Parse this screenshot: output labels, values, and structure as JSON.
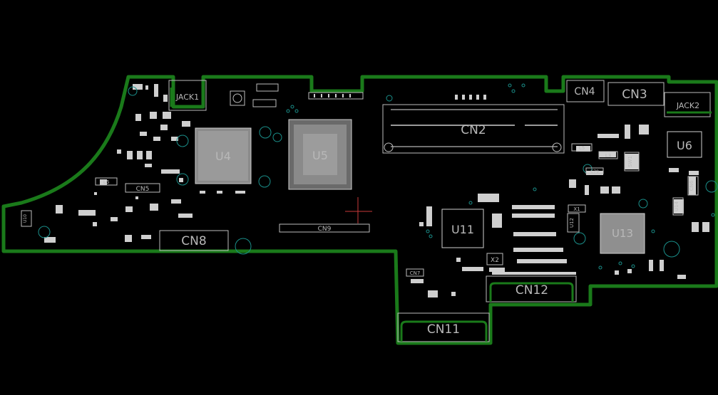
{
  "colors": {
    "background": "#000000",
    "outline": "#1a7a1a",
    "silkscreen": "#bdbdbd",
    "pad": "#cfcfcf",
    "via": "#1a8f8a",
    "cursor": "#c83a3a"
  },
  "big_labels": {
    "u4": "U4",
    "u5": "U5",
    "u6": "U6",
    "u11": "U11",
    "u13": "U13",
    "cn2": "CN2",
    "cn3": "CN3",
    "cn4": "CN4",
    "cn8": "CN8",
    "cn11": "CN11",
    "cn12": "CN12"
  },
  "small_labels": {
    "jack1": "JACK1",
    "jack2": "JACK2",
    "cn5": "CN5",
    "cn7": "CN7",
    "cn9": "CN9",
    "cn6": "CN6",
    "u12": "U12",
    "u14": "U14",
    "sw1": "SW1",
    "x2": "X2",
    "u10": "U10",
    "l6": "L6",
    "l3": "L3",
    "l5": "L5",
    "c79": "C79",
    "x1": "X1"
  }
}
